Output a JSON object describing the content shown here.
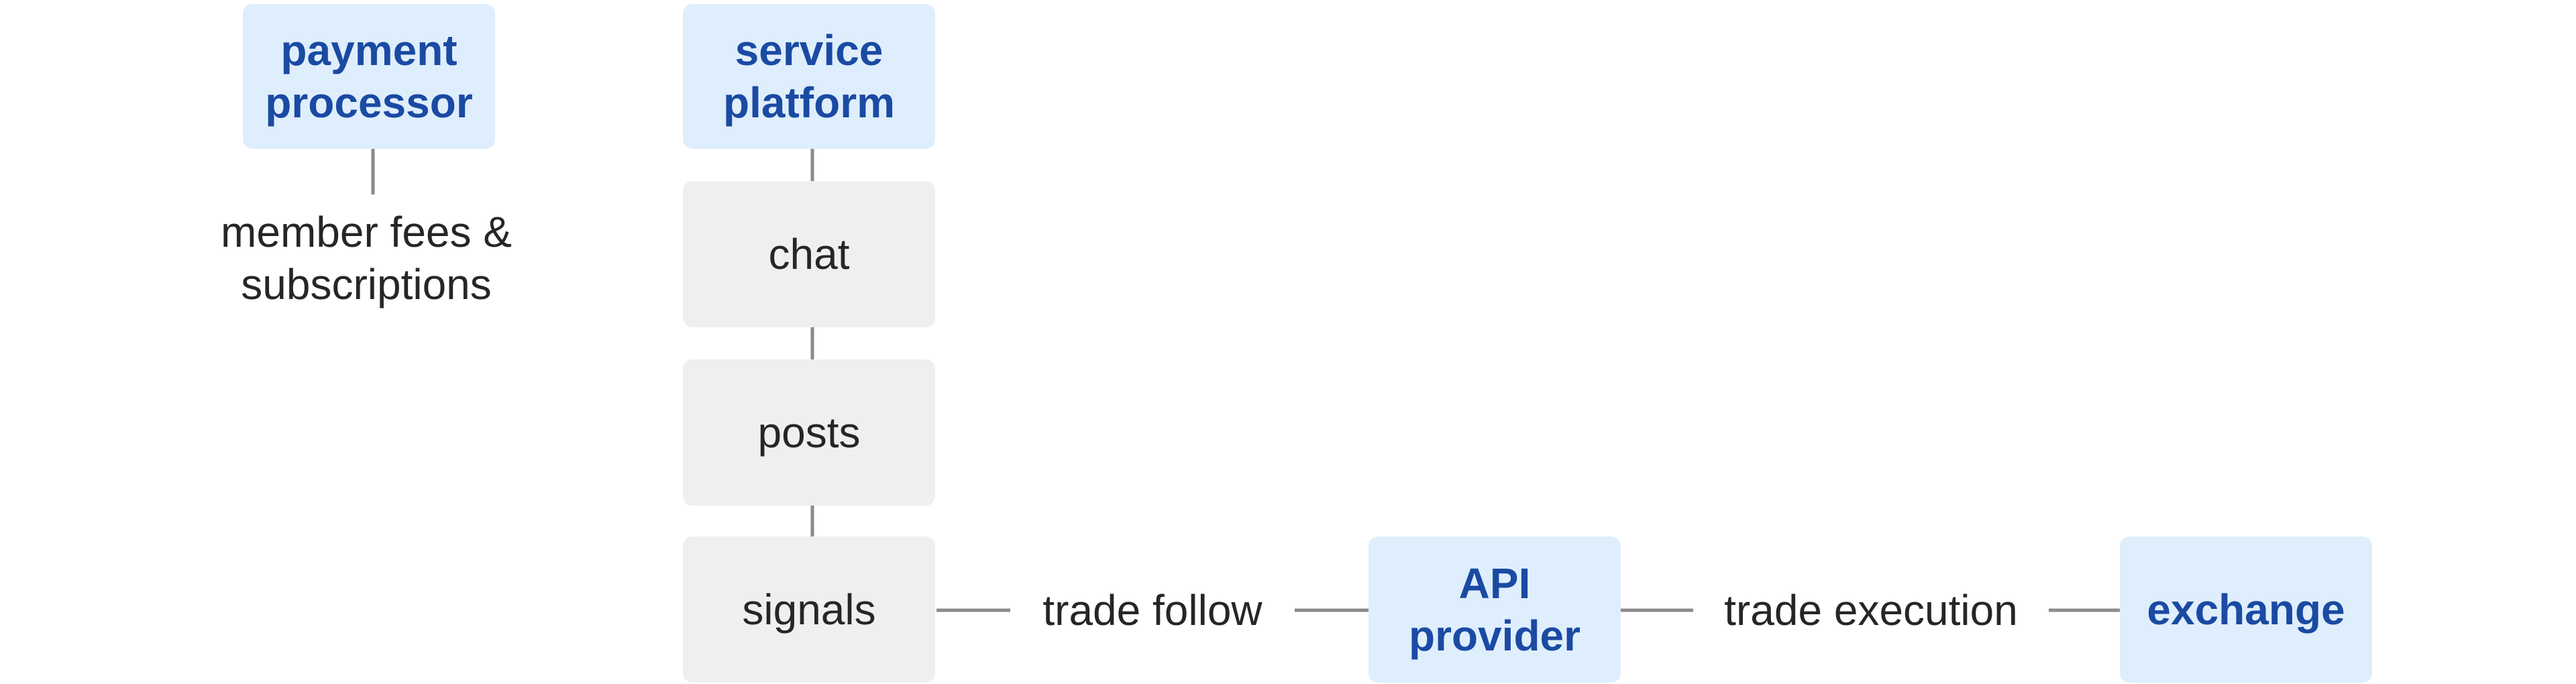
{
  "diagram": {
    "nodes": {
      "payment_processor": "payment\nprocessor",
      "service_platform": "service\nplatform",
      "chat": "chat",
      "posts": "posts",
      "signals": "signals",
      "api_provider": "API\nprovider",
      "exchange": "exchange"
    },
    "edge_labels": {
      "member_fees": "member fees &\nsubscriptions",
      "trade_follow": "trade follow",
      "trade_execution": "trade execution"
    }
  },
  "colors": {
    "highlight_node_fill": "#dfeefc",
    "highlight_node_text": "#1a4aa3",
    "neutral_node_fill": "#efefef",
    "text": "#262626",
    "connector": "#8a8a8a"
  }
}
